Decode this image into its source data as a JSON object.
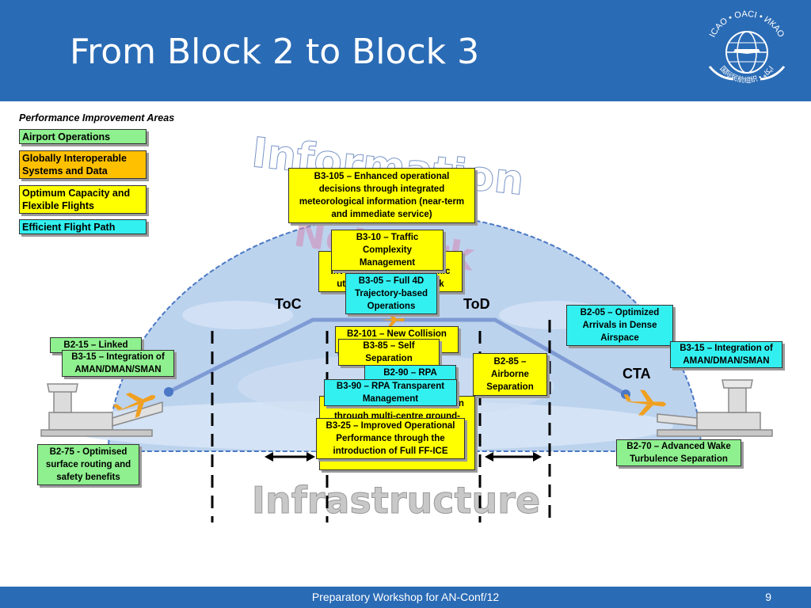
{
  "slide": {
    "title": "From Block 2 to Block 3",
    "footer": "Preparatory Workshop for AN-Conf/12",
    "page_number": "9"
  },
  "logo": {
    "text_top": "ICAO • OACI • ИКАО",
    "text_bottom": "国际民航组织 • ايكاو"
  },
  "legend": {
    "title": "Performance Improvement Areas",
    "items": [
      {
        "label": "Airport Operations",
        "color": "#8ef08e"
      },
      {
        "label": "Globally Interoperable Systems and Data",
        "color": "#ffc000"
      },
      {
        "label": "Optimum Capacity and Flexible Flights",
        "color": "#ffff00"
      },
      {
        "label": "Efficient Flight Path",
        "color": "#33f0f0"
      }
    ]
  },
  "dome": {
    "word1": "Information",
    "word2": "Network",
    "base_word": "Infrastructure"
  },
  "labels": {
    "toc": "ToC",
    "tod": "ToD",
    "cta": "CTA"
  },
  "boxes": {
    "b3_105": "B3-105 – Enhanced operational decisions through integrated meteorological information (near-term and immediate service)",
    "b3_10": "B3-10 – Traffic Complexity Management",
    "b3_under": "involvement in the dynamic utilization of the network",
    "b3_05": "B3-05 – Full 4D Trajectory-based Operations",
    "b2_101": "B2-101 – New Collision",
    "b3_85": "B3-85 – Self Separation",
    "b2_90": "B2-90 – RPA",
    "b2_85": "B2-85 – Airborne Separation",
    "b3_90": "B3-90 – RPA Transparent Management",
    "b2_25": "B2-25 – Improved coordination through multi-centre ground-ground integration (FF-ICE/1, flight object, SWIM)",
    "b3_25": "B3-25 – Improved Operational Performance through the introduction of Full FF-ICE",
    "b2_05": "B2-05 – Optimized Arrivals in Dense Airspace",
    "b3_15_right": "B3-15 – Integration of AMAN/DMAN/SMAN",
    "b2_70": "B2-70 – Advanced Wake Turbulence Separation",
    "b2_15": "B2-15 – Linked",
    "b3_15_left": "B3-15 – Integration of AMAN/DMAN/SMAN",
    "b2_75": "B2-75 - Optimised surface routing and safety benefits"
  },
  "colors": {
    "header": "#2a6bb5",
    "dome": "#bcd3ee",
    "flight_path": "#7f9bd4",
    "aircraft": "#f0a020"
  }
}
